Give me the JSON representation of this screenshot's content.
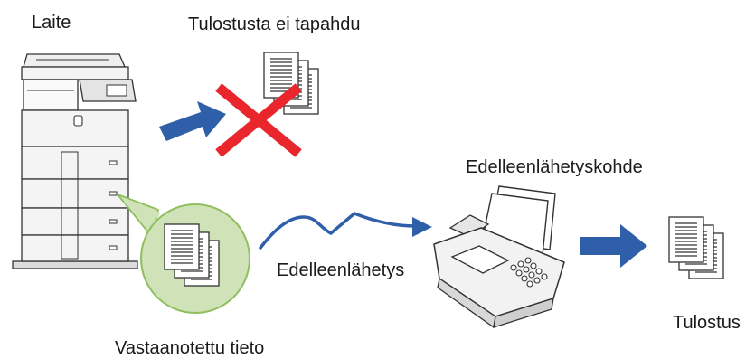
{
  "labels": {
    "device": "Laite",
    "no_printing": "Tulostusta ei tapahdu",
    "forwarding_destination": "Edelleenlähetyskohde",
    "forwarding": "Edelleenlähetys",
    "printout": "Tulostus",
    "received_data": "Vastaanotettu tieto"
  },
  "icons": {
    "device": "multifunction-printer-icon",
    "blocked": "red-x-icon",
    "documents": "document-stack-icon",
    "fax": "fax-machine-icon",
    "transfer": "zigzag-transmission-arrow-icon",
    "flow": "blue-arrow-icon"
  },
  "colors": {
    "flow_arrow": "#2f5fa8",
    "cross": "#e8262b",
    "bubble_fill": "#cfe2b8",
    "bubble_stroke": "#8fbf5f",
    "device_body": "#f4f4f4",
    "outline": "#333333"
  }
}
